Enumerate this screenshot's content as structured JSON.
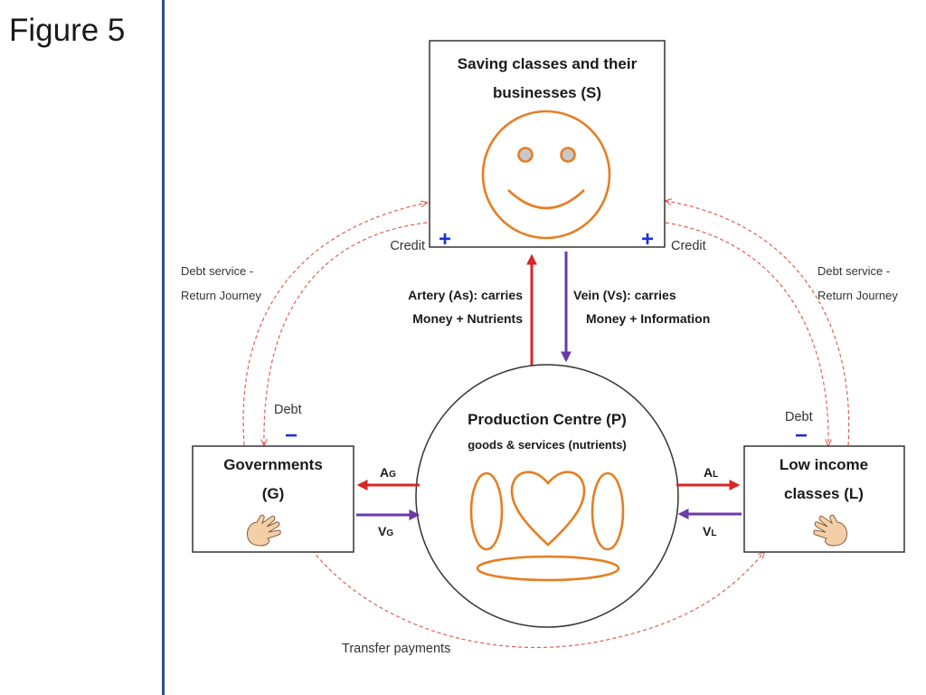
{
  "figure_label": "Figure 5",
  "nodes": {
    "saving": {
      "line1": "Saving classes and their",
      "line2": "businesses (S)"
    },
    "production": {
      "title": "Production Centre (P)",
      "subtitle": "goods & services (nutrients)"
    },
    "governments": {
      "line1": "Governments",
      "line2": "(G)"
    },
    "low_income": {
      "line1": "Low income",
      "line2": "classes (L)"
    }
  },
  "flows": {
    "artery_s": {
      "line1": "Artery (As): carries",
      "line2": "Money + Nutrients"
    },
    "vein_s": {
      "line1": "Vein (Vs): carries",
      "line2": "Money + Information"
    },
    "a_g": "AG",
    "v_g": "VG",
    "a_l": "AL",
    "v_l": "VL"
  },
  "labels": {
    "credit_left": "Credit",
    "credit_right": "Credit",
    "debt_left": "Debt",
    "debt_right": "Debt",
    "debt_service_left": {
      "line1": "Debt service -",
      "line2": "Return Journey"
    },
    "debt_service_right": {
      "line1": "Debt service -",
      "line2": "Return Journey"
    },
    "transfer_payments": "Transfer payments",
    "plus": "+",
    "minus": "−"
  },
  "colors": {
    "artery": "#d9262a",
    "vein": "#6a3aa8",
    "dashed": "#e06050",
    "sign": "#1d31d6",
    "accent": "#e67e22"
  }
}
